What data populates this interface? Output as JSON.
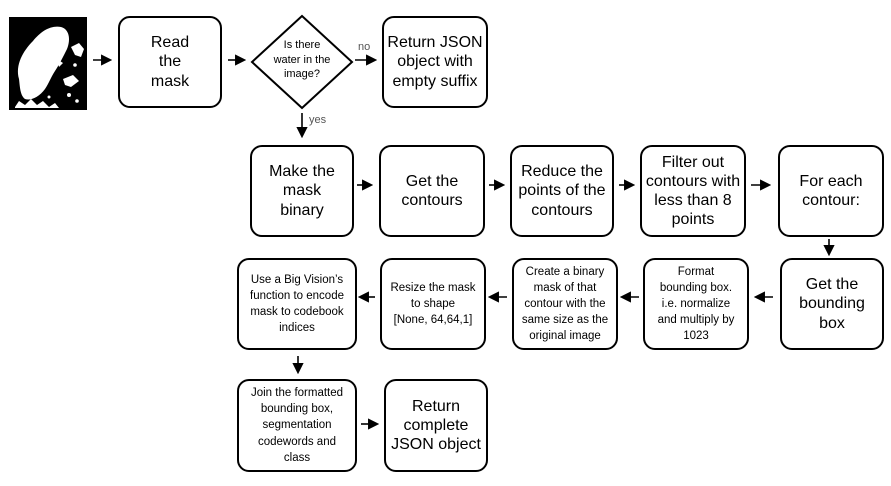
{
  "diagram": {
    "nodes": {
      "read_mask": "Read\nthe\nmask",
      "decision": "Is there\nwater in the\nimage?",
      "return_empty": "Return JSON\nobject with\nempty suffix",
      "make_binary": "Make the\nmask\nbinary",
      "get_contours": "Get the\ncontours",
      "reduce_points": "Reduce the\npoints of the\ncontours",
      "filter_contours": "Filter out\ncontours with\nless than 8\npoints",
      "for_each": "For each\ncontour:",
      "get_bbox": "Get the\nbounding\nbox",
      "format_bbox": "Format\nbounding box.\ni.e. normalize\nand multiply by\n1023",
      "binary_mask": "Create a binary\nmask of that\ncontour with the\nsame size as the\noriginal image",
      "resize_mask": "Resize the mask\nto shape\n[None, 64,64,1]",
      "encode_mask": "Use a Big Vision’s\nfunction to encode\nmask to codebook\nindices",
      "join": "Join the formatted\nbounding box,\nsegmentation\ncodewords and\nclass",
      "return_complete": "Return\ncomplete\nJSON object"
    },
    "edge_labels": {
      "no": "no",
      "yes": "yes"
    }
  }
}
